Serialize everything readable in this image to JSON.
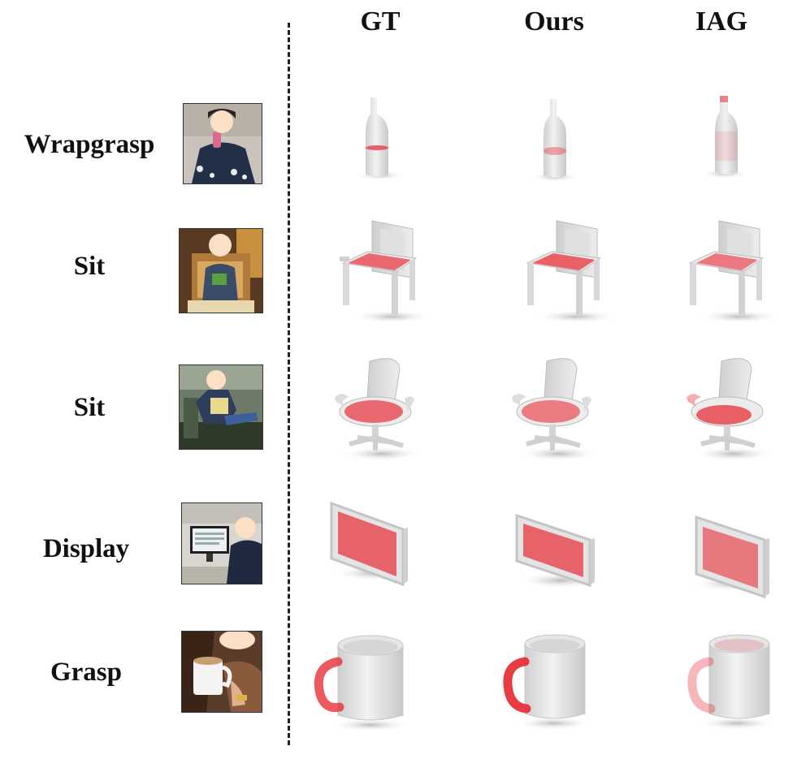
{
  "columns": [
    "GT",
    "Ours",
    "IAG"
  ],
  "rows": [
    {
      "label": "Wrapgrasp",
      "object": "bottle"
    },
    {
      "label": "Sit",
      "object": "wooden-chair"
    },
    {
      "label": "Sit",
      "object": "office-chair"
    },
    {
      "label": "Display",
      "object": "monitor"
    },
    {
      "label": "Grasp",
      "object": "mug"
    }
  ],
  "colors": {
    "highlight": "#e8303a",
    "pointcloud": "#e6e6e6"
  }
}
